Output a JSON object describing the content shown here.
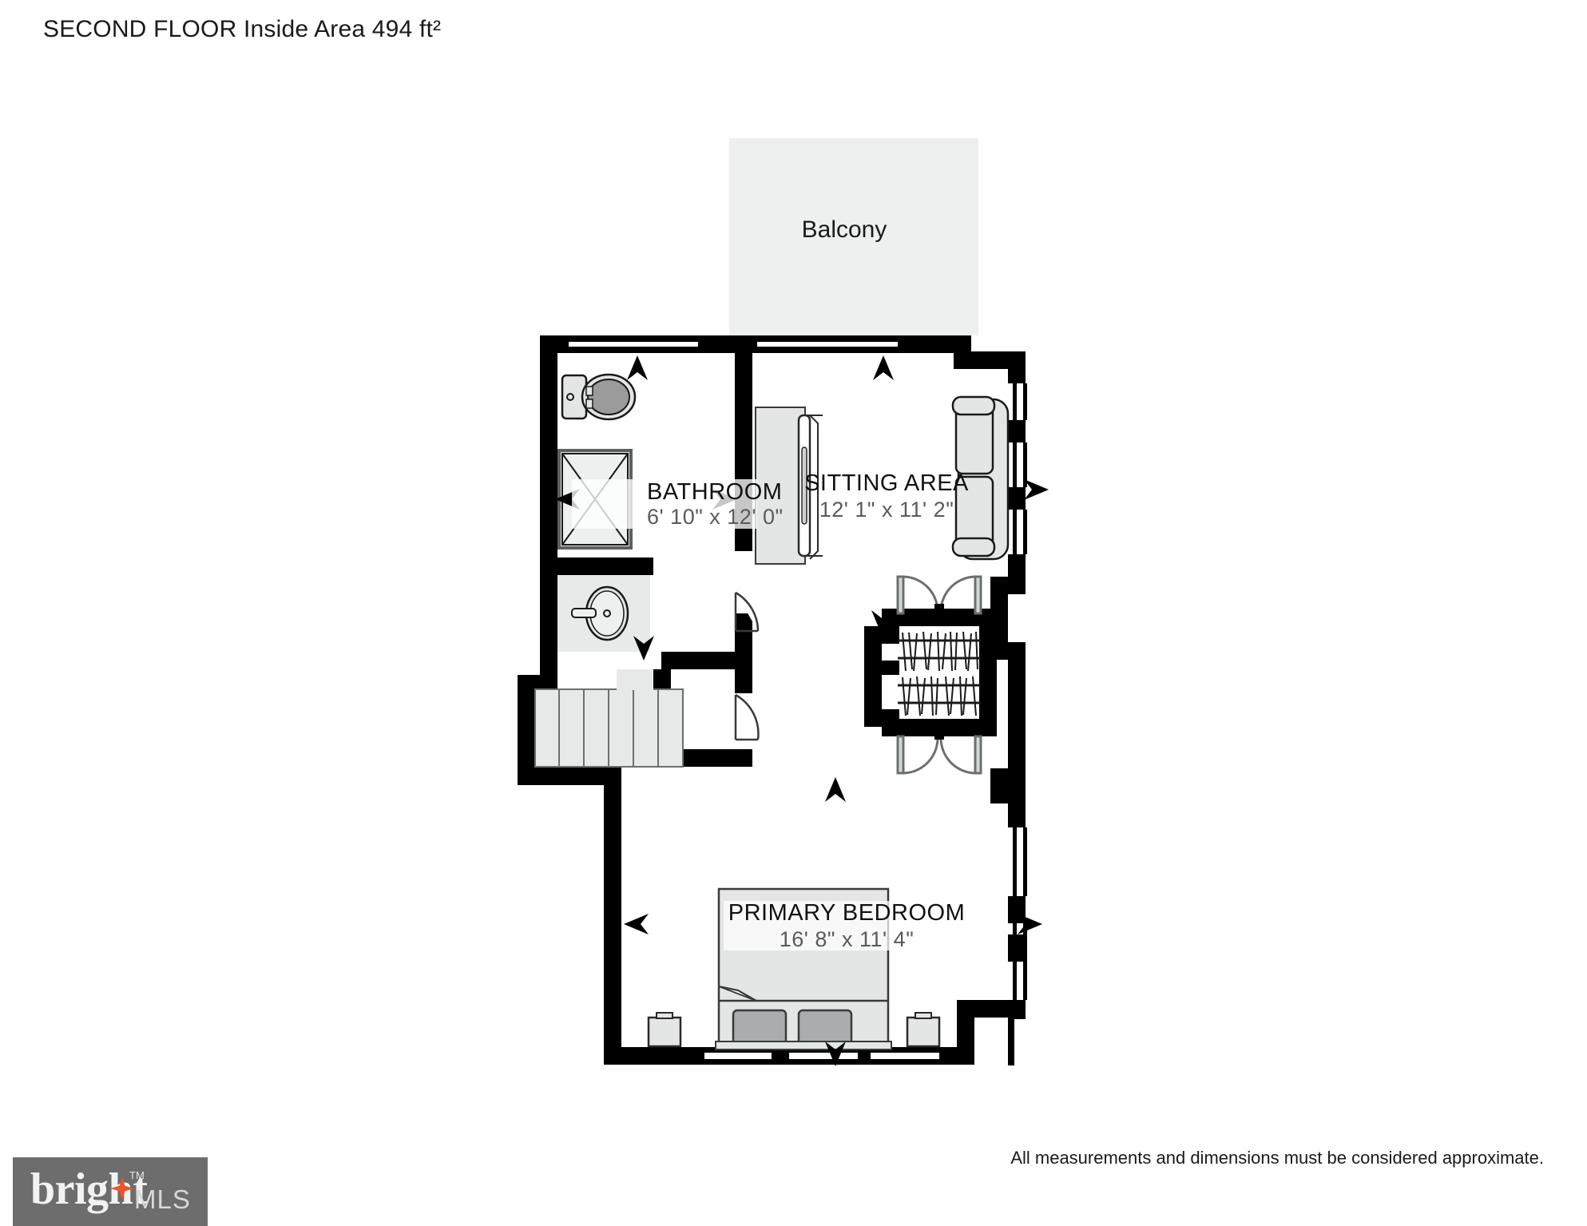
{
  "page": {
    "title": "SECOND FLOOR Inside Area 494 ft²",
    "disclaimer": "All measurements and dimensions must be considered approximate."
  },
  "brand": {
    "word": "bright",
    "tm": "TM",
    "suffix": "MLS",
    "bg_color": "#6d6d6d",
    "star_color": "#e8552f",
    "word_color": "#f2f2f2"
  },
  "floorplan": {
    "type": "floor-plan",
    "level": "SECOND FLOOR",
    "inside_area": "494 ft²",
    "colors": {
      "wall": "#000000",
      "floor": "#ffffff",
      "furniture_fill": "#e4e6e6",
      "furniture_stroke": "#1a1a1a",
      "balcony_fill": "#eeefef",
      "pillow_fill": "#a9adad",
      "toilet_fill": "#9b9b9b",
      "stair_fill": "#e7e9e9",
      "dim_text": "#5a5a5a",
      "name_text": "#111111"
    },
    "exterior_spaces": [
      {
        "name": "Balcony",
        "label": "Balcony"
      }
    ],
    "rooms": [
      {
        "id": "bathroom",
        "name": "BATHROOM",
        "dimensions": "6' 10\" x 12' 0\"",
        "width_ft": "6' 10\"",
        "length_ft": "12' 0\"",
        "fixtures": [
          "toilet",
          "shower",
          "sink"
        ]
      },
      {
        "id": "sitting-area",
        "name": "SITTING AREA",
        "dimensions": "12' 1\" x 11' 2\"",
        "width_ft": "12' 1\"",
        "length_ft": "11' 2\"",
        "furniture": [
          "sofa",
          "media-console"
        ]
      },
      {
        "id": "primary-bedroom",
        "name": "PRIMARY BEDROOM",
        "dimensions": "16' 8\" x 11' 4\"",
        "width_ft": "16' 8\"",
        "length_ft": "11' 4\"",
        "furniture": [
          "bed",
          "nightstand-left",
          "nightstand-right",
          "closet"
        ]
      }
    ],
    "features": [
      {
        "name": "staircase",
        "treads": 6
      },
      {
        "name": "closet",
        "doors": "double-bifold-both-sides"
      }
    ],
    "view_markers": [
      {
        "id": "marker-bathroom-north",
        "direction": "up"
      },
      {
        "id": "marker-sitting-north",
        "direction": "up"
      },
      {
        "id": "marker-bathroom-west",
        "direction": "left"
      },
      {
        "id": "marker-bathroom-east",
        "direction": "right"
      },
      {
        "id": "marker-sitting-east",
        "direction": "right"
      },
      {
        "id": "marker-hall-south",
        "direction": "down"
      },
      {
        "id": "marker-closet-south",
        "direction": "down"
      },
      {
        "id": "marker-bedroom-north",
        "direction": "up"
      },
      {
        "id": "marker-bedroom-west",
        "direction": "left"
      },
      {
        "id": "marker-bedroom-east",
        "direction": "right"
      },
      {
        "id": "marker-bedroom-south",
        "direction": "down"
      }
    ]
  }
}
